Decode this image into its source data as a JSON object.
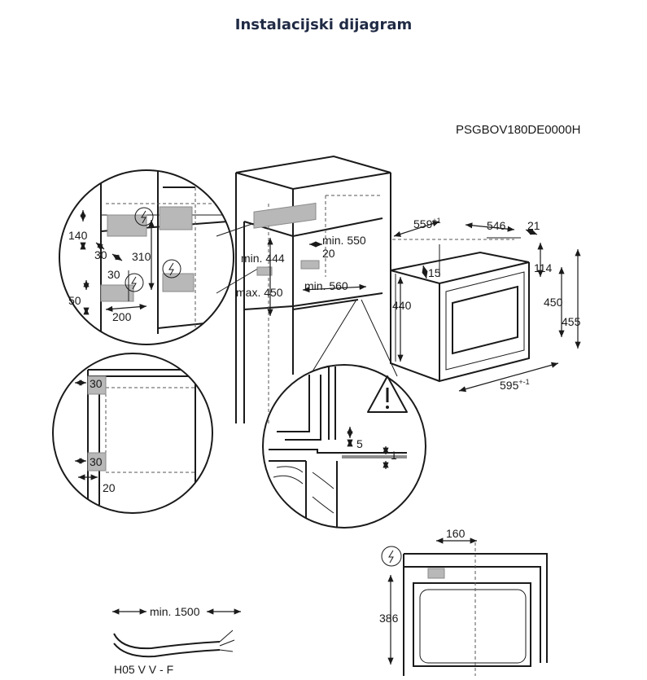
{
  "title": "Instalacijski dijagram",
  "model": "PSGBOV180DE0000H",
  "detail_top": {
    "d140": "140",
    "d30a": "30",
    "d310": "310",
    "d30b": "30",
    "d50": "50",
    "d200": "200"
  },
  "cabinet": {
    "min444": "min. 444",
    "max450": "max. 450",
    "min550": "min. 550",
    "d20": "20",
    "min560": "min. 560"
  },
  "oven": {
    "d559": "559",
    "d559sup": "+1",
    "d546": "546",
    "d21": "21",
    "d15": "15",
    "d440": "440",
    "d114": "114",
    "d450": "450",
    "d455": "455",
    "d595": "595",
    "d595sup": "+-1"
  },
  "detail_left": {
    "d30top": "30",
    "d30bot": "30",
    "d20": "20"
  },
  "detail_bottom": {
    "d5": "5",
    "d1": "1"
  },
  "rear": {
    "d160": "160",
    "d386": "386"
  },
  "cable": {
    "min1500": "min. 1500",
    "type": "H05 V V - F"
  }
}
